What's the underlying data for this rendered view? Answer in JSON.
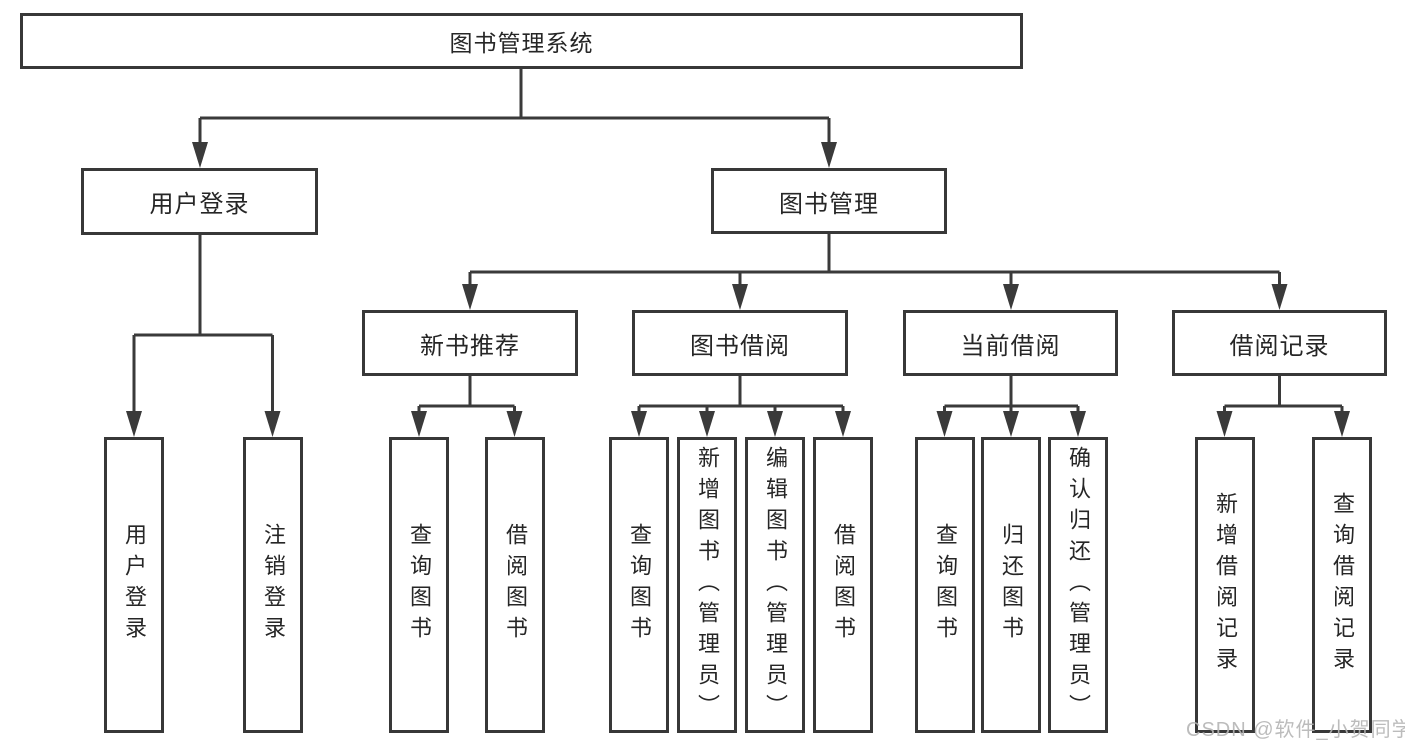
{
  "page": {
    "background": "#ffffff",
    "line_color": "#3a3a3a",
    "box_border_color": "#383838",
    "text_color": "#262626",
    "watermark_color": "#b5b5b5",
    "watermark": "CSDN @软件_小贺同学"
  },
  "chart_data": {
    "type": "tree-diagram",
    "title": "图书管理系统"
  },
  "tree": {
    "root": "图书管理系统",
    "level2": [
      {
        "label": "用户登录",
        "parent": "图书管理系统"
      },
      {
        "label": "图书管理",
        "parent": "图书管理系统"
      }
    ],
    "level3": [
      {
        "label": "新书推荐",
        "parent": "图书管理"
      },
      {
        "label": "图书借阅",
        "parent": "图书管理"
      },
      {
        "label": "当前借阅",
        "parent": "图书管理"
      },
      {
        "label": "借阅记录",
        "parent": "图书管理"
      }
    ],
    "leaves": [
      {
        "label": "用户登录",
        "parent": "用户登录"
      },
      {
        "label": "注销登录",
        "parent": "用户登录"
      },
      {
        "label": "查询图书",
        "parent": "新书推荐"
      },
      {
        "label": "借阅图书",
        "parent": "新书推荐"
      },
      {
        "label": "查询图书",
        "parent": "图书借阅"
      },
      {
        "label": "新增图书（管理员）",
        "parent": "图书借阅"
      },
      {
        "label": "编辑图书（管理员）",
        "parent": "图书借阅"
      },
      {
        "label": "借阅图书",
        "parent": "图书借阅"
      },
      {
        "label": "查询图书",
        "parent": "当前借阅"
      },
      {
        "label": "归还图书",
        "parent": "当前借阅"
      },
      {
        "label": "确认归还（管理员）",
        "parent": "当前借阅"
      },
      {
        "label": "新增借阅记录",
        "parent": "借阅记录"
      },
      {
        "label": "查询借阅记录",
        "parent": "借阅记录"
      }
    ]
  }
}
